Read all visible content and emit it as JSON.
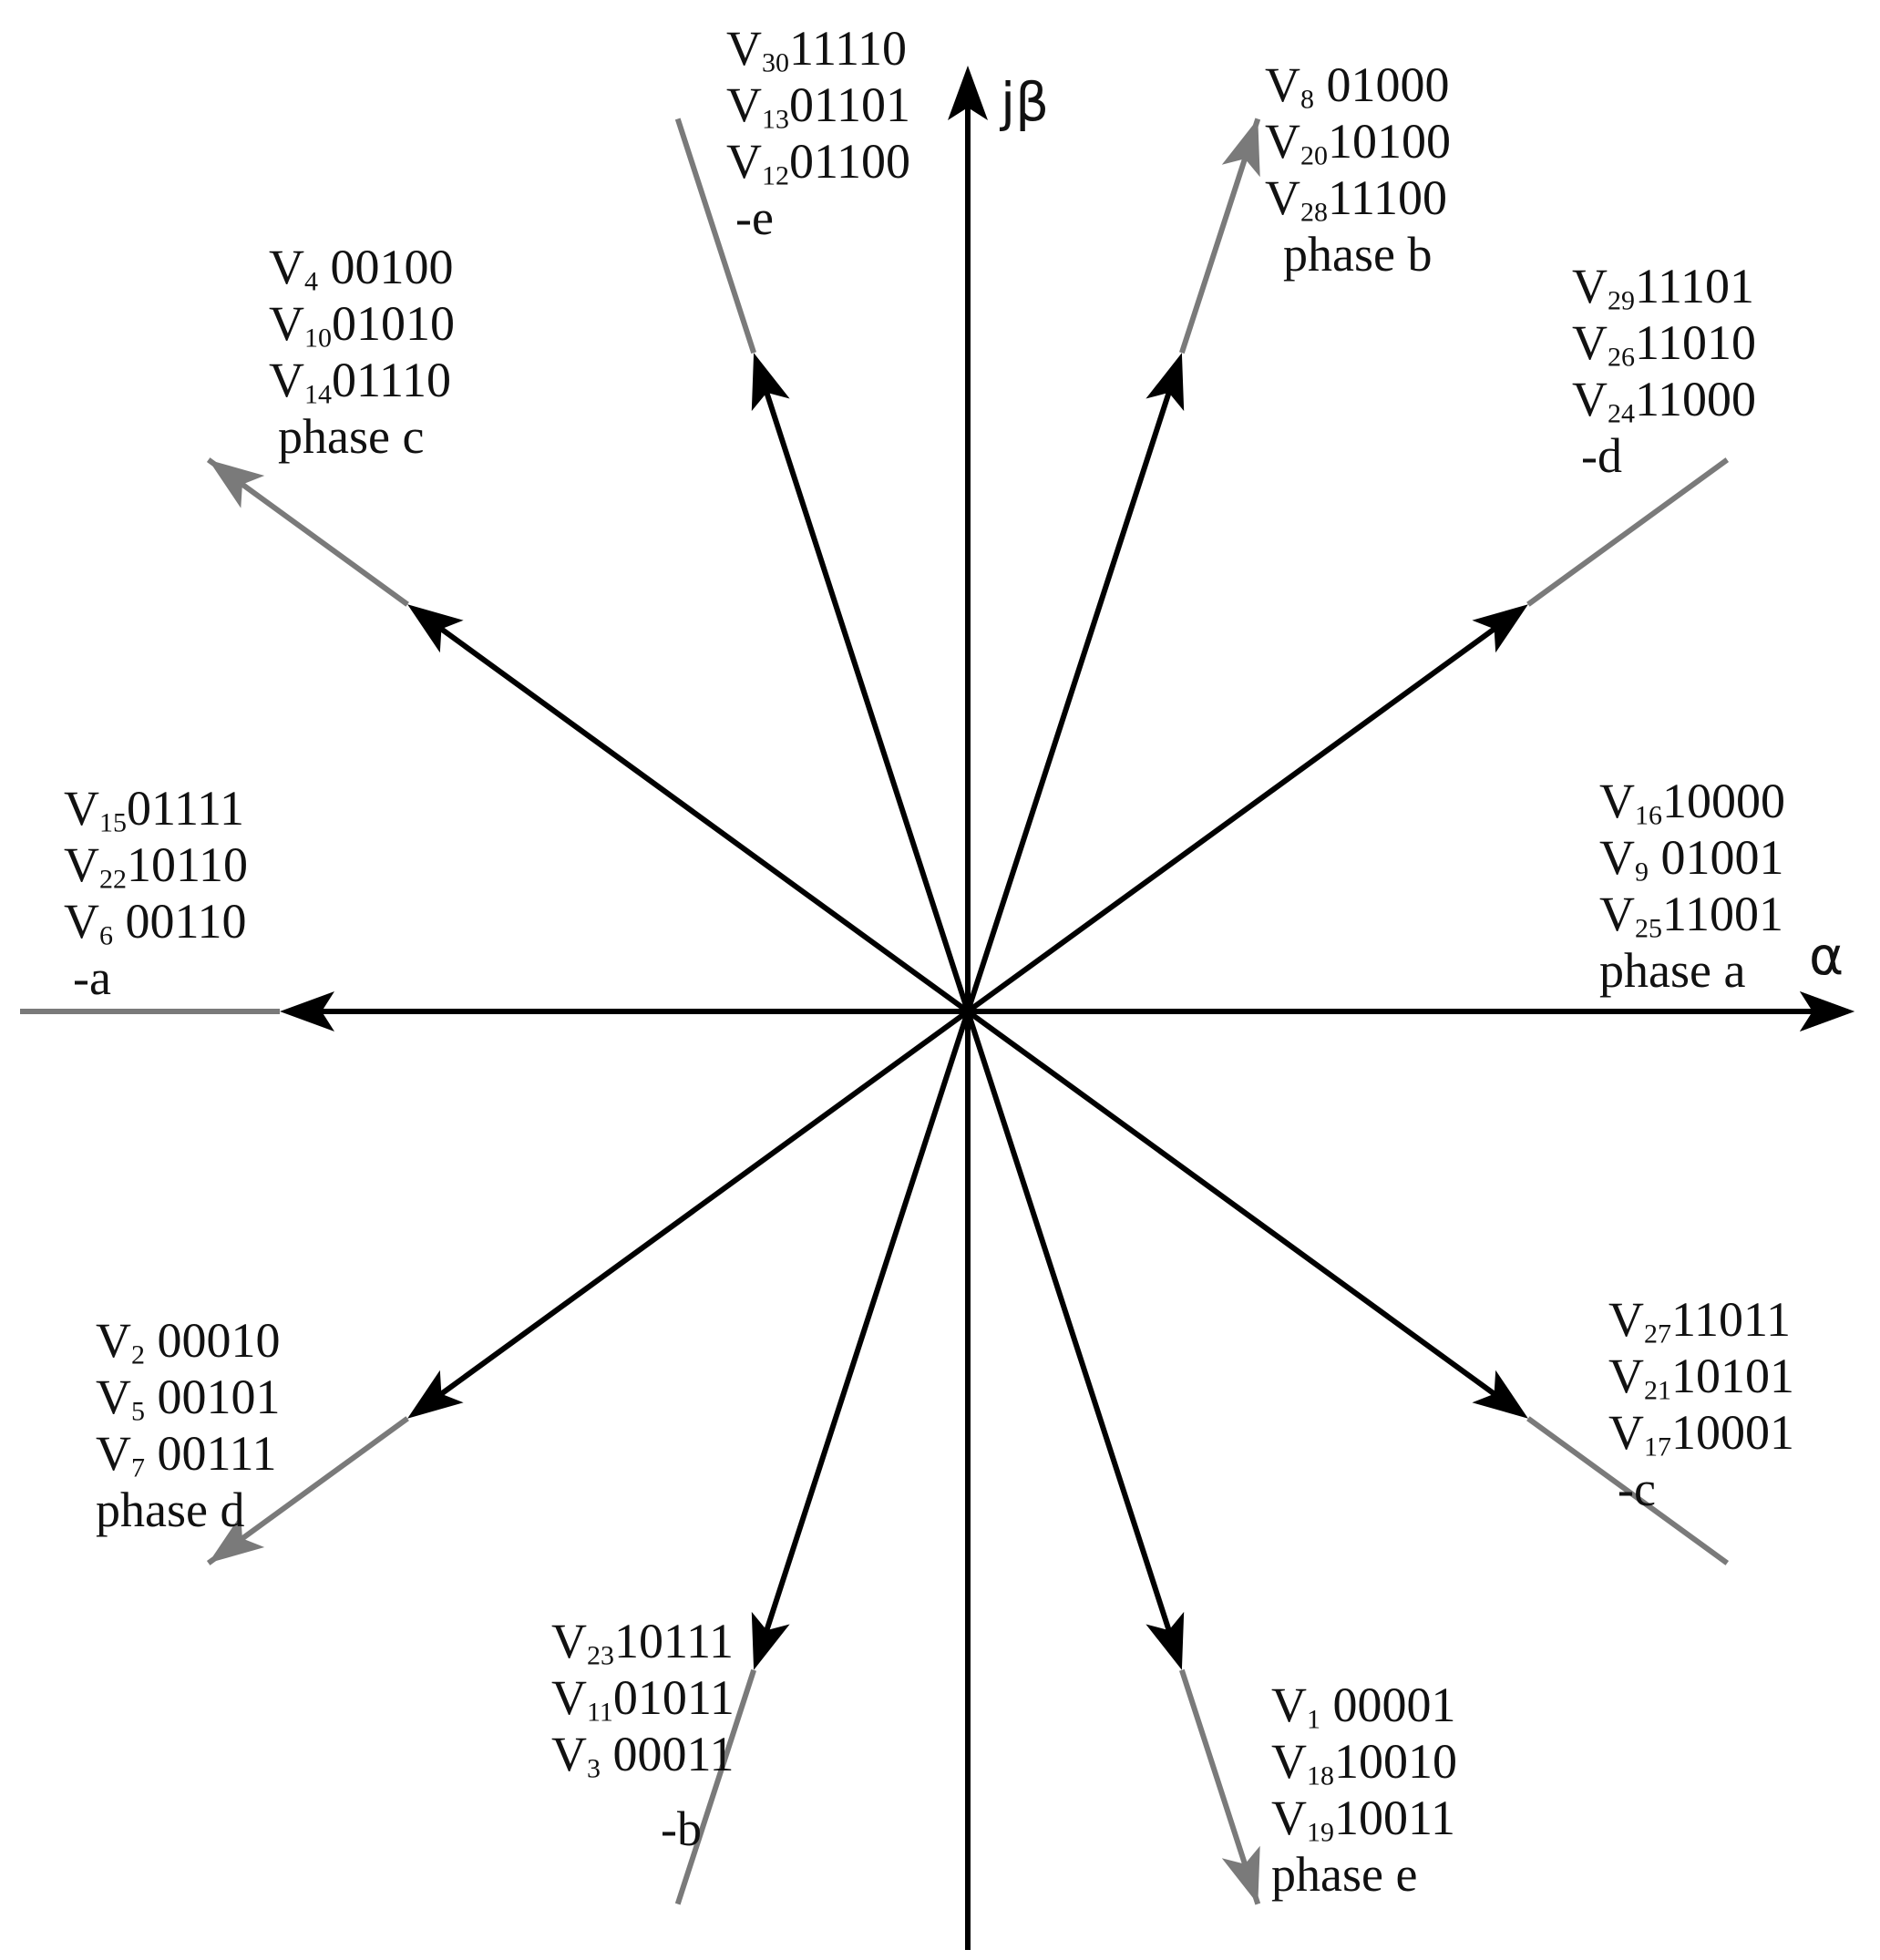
{
  "axes": {
    "imag_label": "jβ",
    "real_label": "α"
  },
  "colors": {
    "inner_arrow": "#000000",
    "outer_segment": "#7a7a7a",
    "text": "#111111"
  },
  "vector_groups": [
    {
      "id": "phase-a",
      "angle_deg": 0,
      "label": "phase a",
      "vectors": [
        {
          "v": "V",
          "sub": "16",
          "code": "10000"
        },
        {
          "v": "V",
          "sub": "9",
          "code": " 01001"
        },
        {
          "v": "V",
          "sub": "25",
          "code": "11001"
        }
      ]
    },
    {
      "id": "neg-d",
      "angle_deg": 36,
      "label": "-d",
      "vectors": [
        {
          "v": "V",
          "sub": "29",
          "code": "11101"
        },
        {
          "v": "V",
          "sub": "26",
          "code": "11010"
        },
        {
          "v": "V",
          "sub": "24",
          "code": "11000"
        }
      ]
    },
    {
      "id": "phase-b",
      "angle_deg": 72,
      "label": "phase b",
      "vectors": [
        {
          "v": "V",
          "sub": "8",
          "code": " 01000"
        },
        {
          "v": "V",
          "sub": "20",
          "code": "10100"
        },
        {
          "v": "V",
          "sub": "28",
          "code": "11100"
        }
      ]
    },
    {
      "id": "neg-e",
      "angle_deg": 108,
      "label": "-e",
      "vectors": [
        {
          "v": "V",
          "sub": "30",
          "code": "11110"
        },
        {
          "v": "V",
          "sub": "13",
          "code": "01101"
        },
        {
          "v": "V",
          "sub": "12",
          "code": "01100"
        }
      ]
    },
    {
      "id": "phase-c",
      "angle_deg": 144,
      "label": "phase c",
      "vectors": [
        {
          "v": "V",
          "sub": "4",
          "code": " 00100"
        },
        {
          "v": "V",
          "sub": "10",
          "code": "01010"
        },
        {
          "v": "V",
          "sub": "14",
          "code": "01110"
        }
      ]
    },
    {
      "id": "neg-a",
      "angle_deg": 180,
      "label": "-a",
      "vectors": [
        {
          "v": "V",
          "sub": "15",
          "code": "01111"
        },
        {
          "v": "V",
          "sub": "22",
          "code": "10110"
        },
        {
          "v": "V",
          "sub": "6",
          "code": " 00110"
        }
      ]
    },
    {
      "id": "phase-d",
      "angle_deg": 216,
      "label": "phase d",
      "vectors": [
        {
          "v": "V",
          "sub": "2",
          "code": " 00010"
        },
        {
          "v": "V",
          "sub": "5",
          "code": " 00101"
        },
        {
          "v": "V",
          "sub": "7",
          "code": " 00111"
        }
      ]
    },
    {
      "id": "neg-b",
      "angle_deg": 252,
      "label": "-b",
      "vectors": [
        {
          "v": "V",
          "sub": "23",
          "code": "10111"
        },
        {
          "v": "V",
          "sub": "11",
          "code": "01011"
        },
        {
          "v": "V",
          "sub": "3",
          "code": " 00011"
        }
      ]
    },
    {
      "id": "phase-e",
      "angle_deg": 288,
      "label": "phase e",
      "vectors": [
        {
          "v": "V",
          "sub": "1",
          "code": " 00001"
        },
        {
          "v": "V",
          "sub": "18",
          "code": "10010"
        },
        {
          "v": "V",
          "sub": "19",
          "code": "10011"
        }
      ]
    },
    {
      "id": "neg-c",
      "angle_deg": 324,
      "label": "-c",
      "vectors": [
        {
          "v": "V",
          "sub": "27",
          "code": "11011"
        },
        {
          "v": "V",
          "sub": "21",
          "code": "10101"
        },
        {
          "v": "V",
          "sub": "17",
          "code": "10001"
        }
      ]
    }
  ]
}
